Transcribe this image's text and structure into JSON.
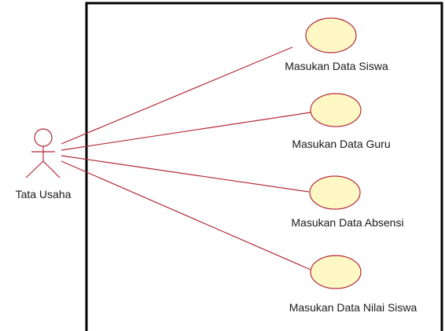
{
  "colors": {
    "background": "#ffffff",
    "boundary_stroke": "#000000",
    "actor_stroke": "#b22a3a",
    "association_stroke": "#b22a3a",
    "usecase_stroke": "#b22a3a",
    "usecase_fill": "#fff8c4",
    "text": "#1a1a1a"
  },
  "actor": {
    "name": "Tata Usaha",
    "icon": "stick-figure-icon"
  },
  "use_cases": [
    {
      "label": "Masukan Data Siswa"
    },
    {
      "label": "Masukan Data Guru"
    },
    {
      "label": "Masukan Data Absensi"
    },
    {
      "label": "Masukan Data Nilai Siswa"
    }
  ]
}
